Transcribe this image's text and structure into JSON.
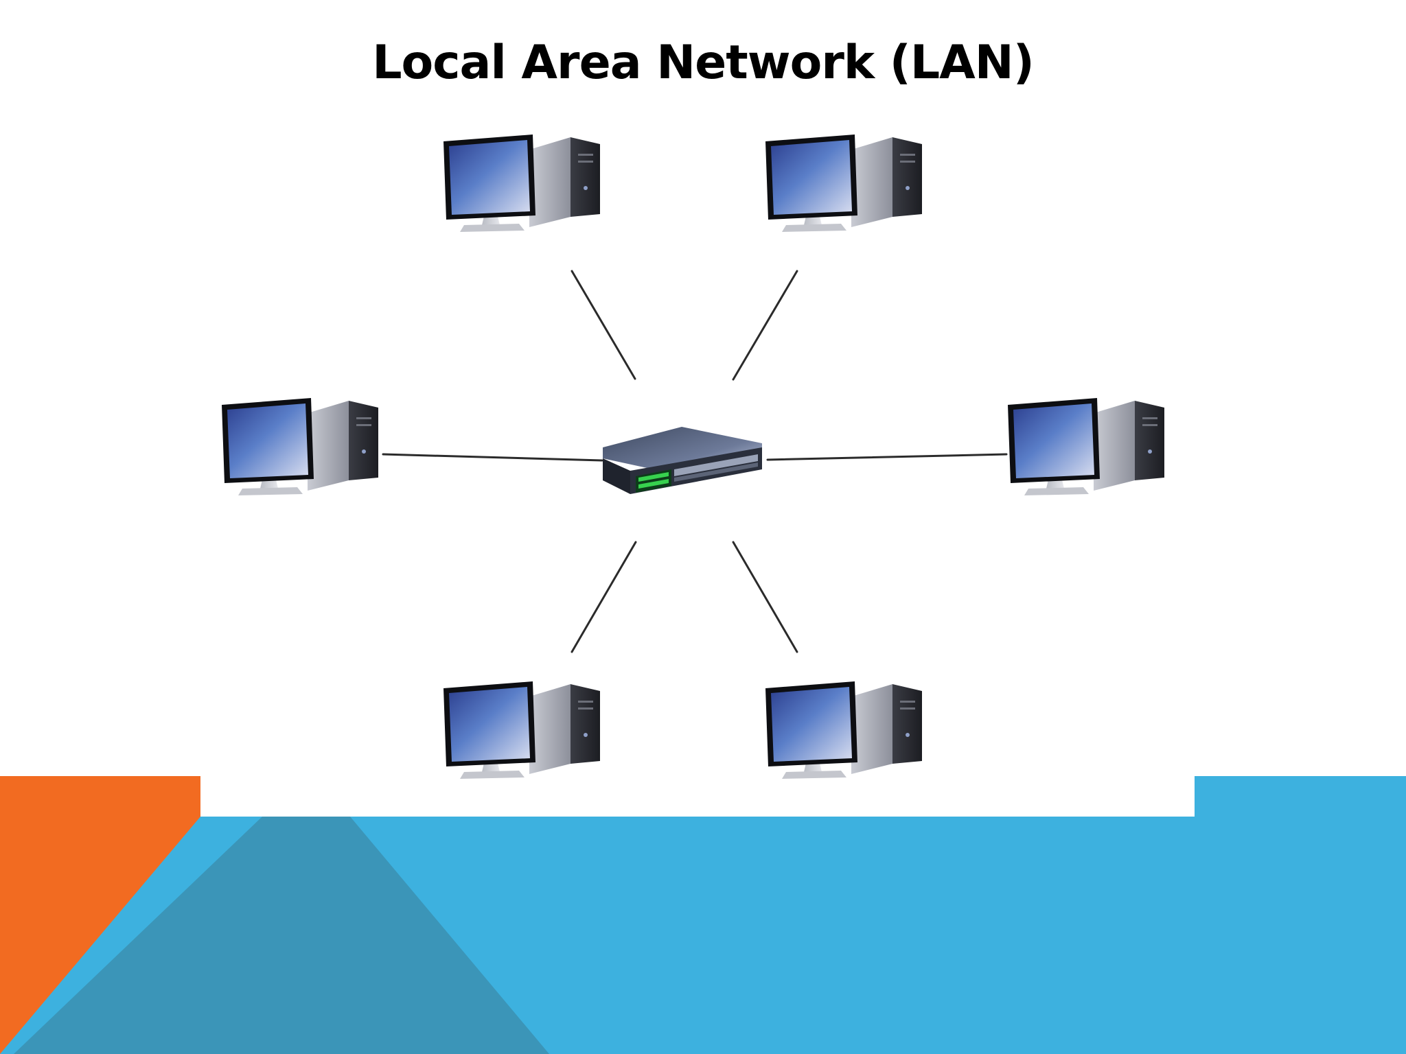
{
  "slide": {
    "title": "Local Area Network (LAN)"
  },
  "diagram": {
    "hub": {
      "name": "switch-icon",
      "type": "network-switch"
    },
    "nodes": [
      {
        "name": "computer-top-left-icon",
        "type": "desktop-computer"
      },
      {
        "name": "computer-top-right-icon",
        "type": "desktop-computer"
      },
      {
        "name": "computer-left-icon",
        "type": "desktop-computer"
      },
      {
        "name": "computer-right-icon",
        "type": "desktop-computer"
      },
      {
        "name": "computer-bottom-left-icon",
        "type": "desktop-computer"
      },
      {
        "name": "computer-bottom-right-icon",
        "type": "desktop-computer"
      }
    ]
  },
  "colors": {
    "orange": "#f26b21",
    "light_blue": "#3db1df",
    "dark_teal": "#3b95b8",
    "monitor_blue": "#4f6fbd",
    "case_gray": "#9a9ca6",
    "switch_body": "#4a5568",
    "port_green": "#37d14e"
  }
}
